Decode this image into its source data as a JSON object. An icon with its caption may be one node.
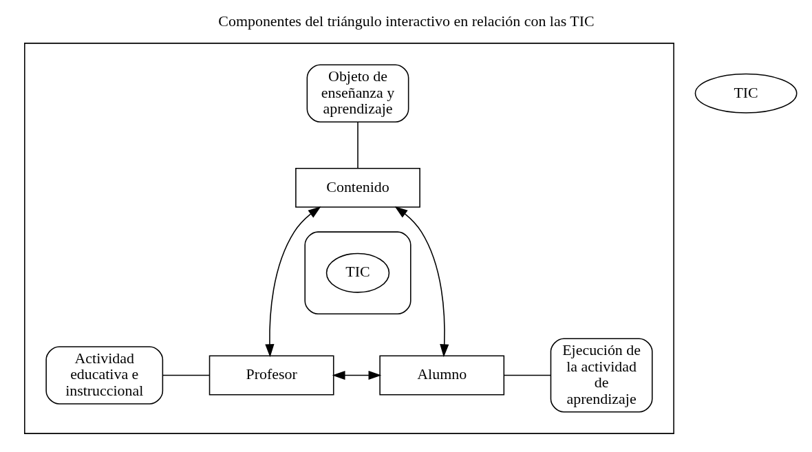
{
  "diagram": {
    "title": "Componentes del triángulo interactivo en relación con las TIC",
    "nodes": [
      {
        "text": [],
        "shape": "box"
      },
      {
        "text": [
          "TIC"
        ]
      },
      {
        "text": [
          "Objeto de enseñanza y aprendizaje"
        ],
        "in": 0
      },
      {
        "text": [
          "Contenido"
        ],
        "in": 0
      },
      {
        "text": [],
        "shape": "triangle",
        "in": 0
      },
      {
        "text": [
          "TIC"
        ],
        "in": 4
      },
      {
        "text": [
          "Actividad educativa e instruccional"
        ],
        "in": 0
      },
      {
        "text": [
          "Profesor"
        ],
        "in": 0
      },
      {
        "text": [
          "Alumno"
        ],
        "in": 0
      },
      {
        "text": [
          "Ejecución de la actividad de aprendizaje"
        ],
        "in": 0
      }
    ],
    "edges": [
      {
        "from": 2,
        "to": 3,
        "arrow": "none"
      },
      {
        "from": 7,
        "to": 3,
        "arrow": "both"
      },
      {
        "from": 3,
        "to": 8,
        "arrow": "both"
      },
      {
        "from": 7,
        "to": 8,
        "arrow": "both"
      },
      {
        "from": 6,
        "to": 7,
        "arrow": "none"
      },
      {
        "from": 8,
        "to": 9,
        "arrow": "none"
      }
    ]
  }
}
